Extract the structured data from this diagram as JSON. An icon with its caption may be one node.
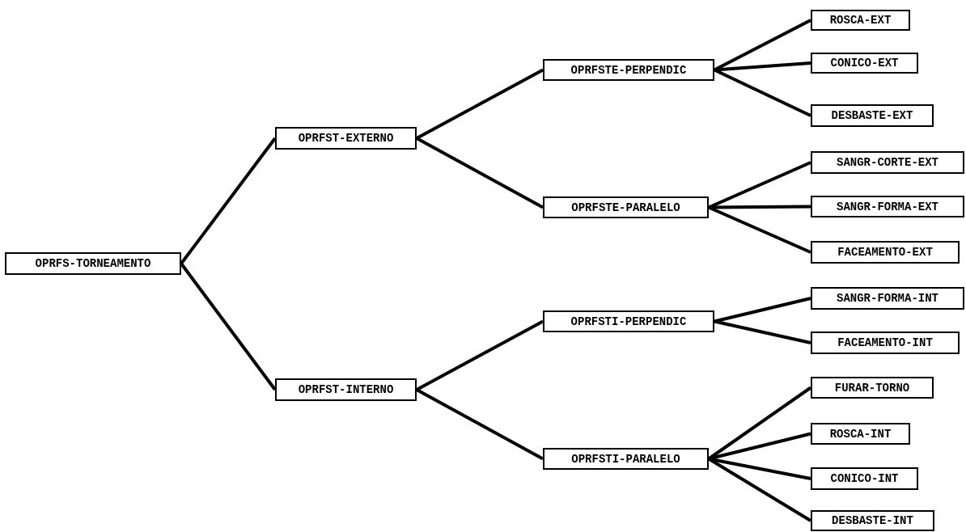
{
  "diagram": {
    "nodes": [
      {
        "text": [
          "OPRFS-TORNEAMENTO"
        ]
      },
      {
        "text": [
          "OPRFST-EXTERNO"
        ]
      },
      {
        "text": [
          "OPRFSTE-PERPENDIC"
        ]
      },
      {
        "text": [
          "ROSCA-EXT"
        ]
      },
      {
        "text": [
          "CONICO-EXT"
        ]
      },
      {
        "text": [
          "DESBASTE-EXT"
        ]
      },
      {
        "text": [
          "OPRFSTE-PARALELO"
        ]
      },
      {
        "text": [
          "SANGR-CORTE-EXT"
        ]
      },
      {
        "text": [
          "SANGR-FORMA-EXT"
        ]
      },
      {
        "text": [
          "FACEAMENTO-EXT"
        ]
      },
      {
        "text": [
          "OPRFST-INTERNO"
        ]
      },
      {
        "text": [
          "OPRFSTI-PERPENDIC"
        ]
      },
      {
        "text": [
          "SANGR-FORMA-INT"
        ]
      },
      {
        "text": [
          "FACEAMENTO-INT"
        ]
      },
      {
        "text": [
          "OPRFSTI-PARALELO"
        ]
      },
      {
        "text": [
          "FURAR-TORNO"
        ]
      },
      {
        "text": [
          "ROSCA-INT"
        ]
      },
      {
        "text": [
          "CONICO-INT"
        ]
      },
      {
        "text": [
          "DESBASTE-INT"
        ]
      }
    ],
    "edges": [
      {
        "from": 0,
        "to": 1,
        "arrow": "none"
      },
      {
        "from": 0,
        "to": 10,
        "arrow": "none"
      },
      {
        "from": 1,
        "to": 2,
        "arrow": "none"
      },
      {
        "from": 1,
        "to": 6,
        "arrow": "none"
      },
      {
        "from": 2,
        "to": 3,
        "arrow": "none"
      },
      {
        "from": 2,
        "to": 4,
        "arrow": "none"
      },
      {
        "from": 2,
        "to": 5,
        "arrow": "none"
      },
      {
        "from": 6,
        "to": 7,
        "arrow": "none"
      },
      {
        "from": 6,
        "to": 8,
        "arrow": "none"
      },
      {
        "from": 6,
        "to": 9,
        "arrow": "none"
      },
      {
        "from": 10,
        "to": 11,
        "arrow": "none"
      },
      {
        "from": 10,
        "to": 14,
        "arrow": "none"
      },
      {
        "from": 11,
        "to": 12,
        "arrow": "none"
      },
      {
        "from": 11,
        "to": 13,
        "arrow": "none"
      },
      {
        "from": 14,
        "to": 15,
        "arrow": "none"
      },
      {
        "from": 14,
        "to": 16,
        "arrow": "none"
      },
      {
        "from": 14,
        "to": 17,
        "arrow": "none"
      },
      {
        "from": 14,
        "to": 18,
        "arrow": "none"
      }
    ]
  }
}
